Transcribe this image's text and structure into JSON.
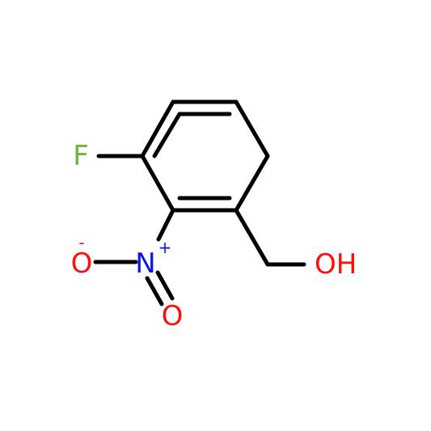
{
  "atoms": {
    "fluorine": {
      "label": "F",
      "color": "#6eb53a"
    },
    "nitrogen": {
      "label": "N",
      "charge": "+",
      "color": "#0a14f0"
    },
    "oxygen_minus": {
      "label": "O",
      "charge": "-",
      "color": "#ff0d0d"
    },
    "oxygen_double": {
      "label": "O",
      "color": "#ff0d0d"
    },
    "hydroxyl": {
      "label": "OH",
      "color": "#ff0d0d"
    }
  },
  "bond_color": "#000000"
}
